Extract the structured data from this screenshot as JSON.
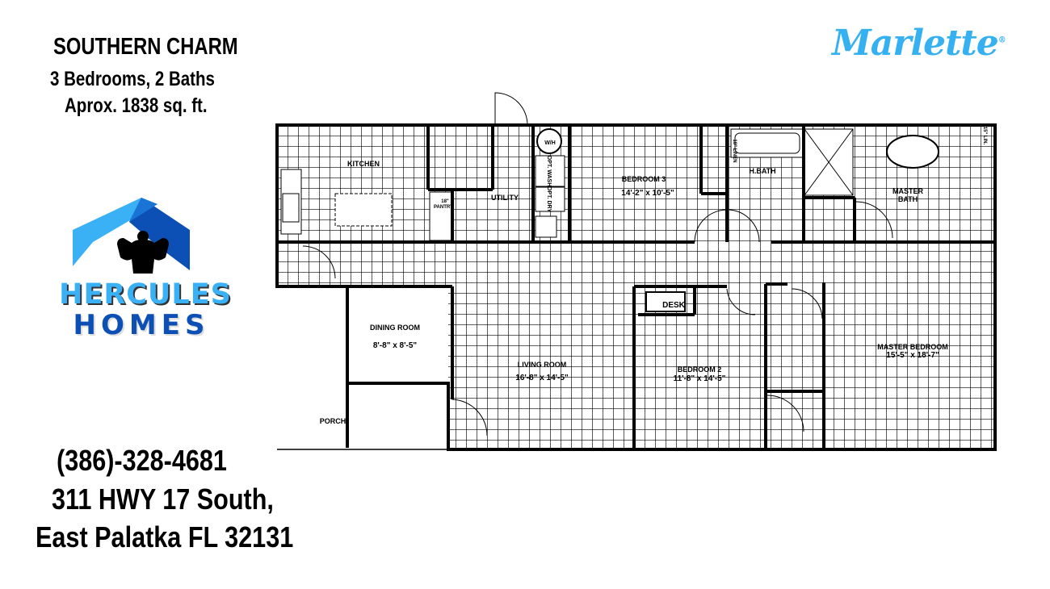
{
  "header": {
    "title": "SOUTHERN CHARM",
    "subtitle": "3 Bedrooms, 2 Baths",
    "area": "Aprox. 1838 sq. ft."
  },
  "contact": {
    "phone": "(386)-328-4681",
    "address_line1": "311 HWY 17 South,",
    "address_line2": "East Palatka FL 32131"
  },
  "logos": {
    "dealer_line1": "HERCULES",
    "dealer_line2": "HOMES",
    "manufacturer": "Marlette"
  },
  "colors": {
    "dealer_light_blue": "#3ab0f5",
    "dealer_dark_blue": "#0c4fb5",
    "manufacturer_blue": "#35b1f2"
  },
  "rooms": {
    "kitchen": "KITCHEN",
    "pantry": "PANTRY",
    "pantry_size": "18\"",
    "utility": "UTILITY",
    "water_heater": "W/H",
    "washer": "OPT. WASH",
    "dryer": "OPT. DRY",
    "bedroom3": "BEDROOM 3",
    "bedroom3_size": "14'-2\" x 10'-5\"",
    "linen": "18\" LINEN",
    "hbath": "H.BATH",
    "master_bath_1": "MASTER",
    "master_bath_2": "BATH",
    "linen_small": "15\" LIN.",
    "dining": "DINING ROOM",
    "dining_size": "8'-8\" x 8'-5\"",
    "living": "LIVING ROOM",
    "living_size": "16'-8\" x 14'-5\"",
    "desk": "DESK",
    "bedroom2": "BEDROOM 2",
    "bedroom2_size": "11'-8\" x 14'-5\"",
    "master_bedroom": "MASTER BEDROOM",
    "master_bedroom_size": "15'-5\" x 18'-7\"",
    "porch": "PORCH"
  }
}
